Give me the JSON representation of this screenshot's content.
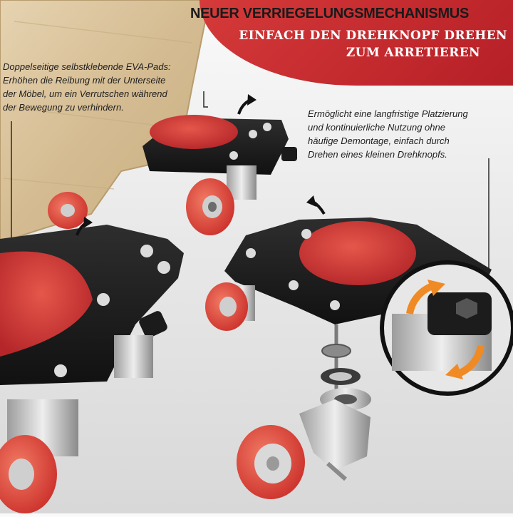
{
  "colors": {
    "accent": "#c7262e",
    "wood": "#d9c29c",
    "plate": "#1f1f1f",
    "wheel": "#e8453c",
    "arrow": "#f08a24"
  },
  "header": {
    "title": "NEUER VERRIEGELUNGSMECHANISMUS",
    "subtitle_line1": "EINFACH DEN DREHKNOPF DREHEN",
    "subtitle_line2": "ZUM ARRETIEREN"
  },
  "callouts": {
    "left": {
      "lines": [
        "Doppelseitige selbstklebende EVA-Pads:",
        "Erhöhen die Reibung mit der Unterseite",
        "der Möbel, um ein Verrutschen während",
        "der Bewegung zu verhindern."
      ]
    },
    "right": {
      "lines": [
        "Ermöglicht eine langfristige Platzierung",
        "und kontinuierliche Nutzung ohne",
        "häufige Demontage, einfach durch",
        "Drehen eines kleinen Drehknopfs."
      ]
    }
  },
  "icons": {
    "rotate": "rotate-arrow-icon",
    "lock_knob": "lock-knob-icon"
  }
}
